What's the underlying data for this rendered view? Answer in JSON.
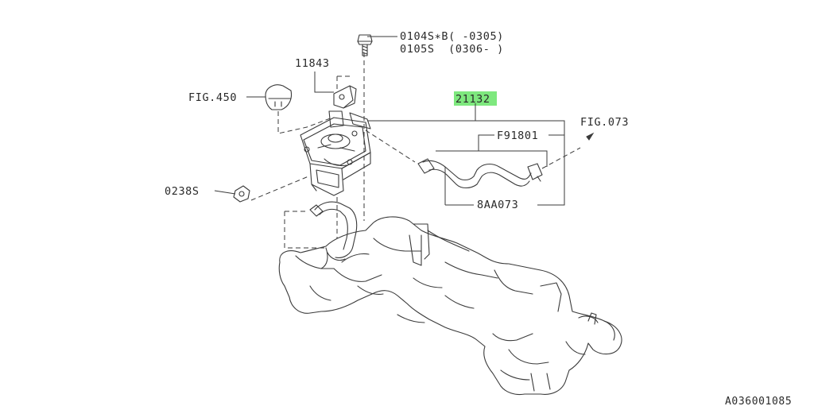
{
  "labels": {
    "bolt_line1": "0104S∗B( -0305)",
    "bolt_line2": "0105S  (0306- )",
    "bracket": "11843",
    "fig_450": "FIG.450",
    "hose_assembly": "21132",
    "fig_073": "FIG.073",
    "hose_front": "F91801",
    "grommet": "0238S",
    "hose_rear": "8AA073",
    "diagram_code": "A036001085"
  },
  "colors": {
    "highlight": "#7ee87e",
    "line": "#3a3a3a",
    "text": "#2a2a2a"
  }
}
